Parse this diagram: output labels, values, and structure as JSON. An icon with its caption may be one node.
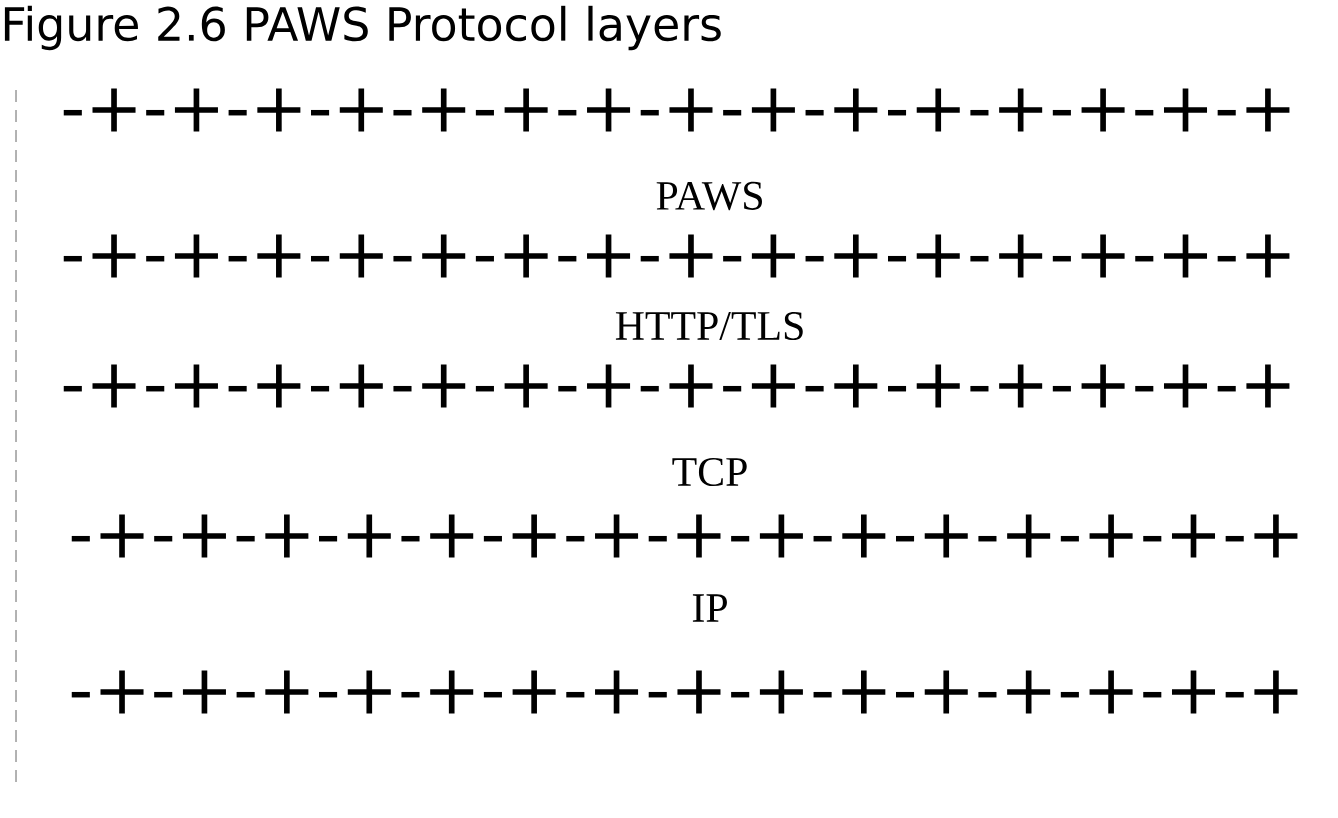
{
  "diagram": {
    "title": "Figure 2.6 PAWS Protocol layers",
    "nodes": [
      {
        "text": [
          "PAWS"
        ]
      },
      {
        "text": [
          "HTTP/TLS"
        ]
      },
      {
        "text": [
          "TCP"
        ]
      },
      {
        "text": [
          "IP"
        ]
      }
    ],
    "labels": [
      "-+-+-+-+-+-+-+-+-+-+-+-+-+-+-+",
      "-+-+-+-+-+-+-+-+-+-+-+-+-+-+-+",
      "-+-+-+-+-+-+-+-+-+-+-+-+-+-+-+",
      "-+-+-+-+-+-+-+-+-+-+-+-+-+-+-+",
      "-+-+-+-+-+-+-+-+-+-+-+-+-+-+-+"
    ]
  }
}
